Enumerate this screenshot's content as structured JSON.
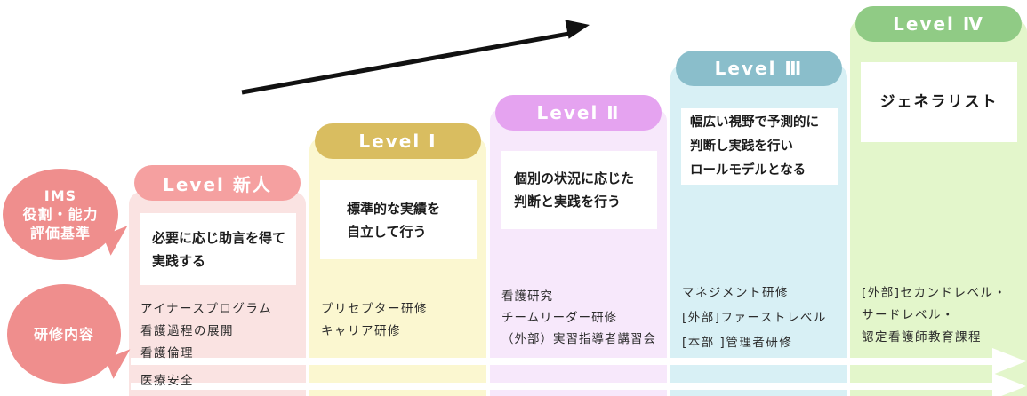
{
  "bubbles": [
    {
      "label": "IMS\n役割・能力\n評価基準"
    },
    {
      "label": "研修内容"
    }
  ],
  "levels": [
    {
      "title": "Level 新人",
      "description": "必要に応じ助言を得て\n実践する",
      "trainings": [
        "アイナースプログラム",
        "看護過程の展開",
        "看護倫理",
        "医療安全"
      ]
    },
    {
      "title": "Level Ⅰ",
      "description": "標準的な実績を\n自立して行う",
      "trainings": [
        "プリセプター研修",
        "キャリア研修"
      ]
    },
    {
      "title": "Level Ⅱ",
      "description": "個別の状況に応じた\n判断と実践を行う",
      "trainings": [
        "看護研究",
        "チームリーダー研修",
        "（外部）実習指導者講習会"
      ]
    },
    {
      "title": "Level Ⅲ",
      "description": "幅広い視野で予測的に\n判断し実践を行い\nロールモデルとなる",
      "trainings": [
        "マネジメント研修",
        "[外部]ファーストレベル",
        "[本部 ]管理者研修"
      ]
    },
    {
      "title": "Level Ⅳ",
      "description": "ジェネラリスト",
      "trainings": [
        "[外部]セカンドレベル・",
        "サードレベル・",
        "認定看護師教育課程"
      ]
    }
  ],
  "colors": {
    "bubble_pink": "#EF8E8D",
    "level_shinjin_pill": "#F5A0A0",
    "level_shinjin_bg": "#FAE3E2",
    "level_1_pill": "#D9BD60",
    "level_1_bg": "#FBF7D0",
    "level_2_pill": "#E5A3F0",
    "level_2_bg": "#F7E8FB",
    "level_3_pill": "#8ABECB",
    "level_3_bg": "#D8F0F5",
    "level_4_pill": "#90CB85",
    "level_4_bg": "#E3F6CB",
    "arrow_black": "#111111",
    "arrow_white": "#FFFFFF"
  }
}
